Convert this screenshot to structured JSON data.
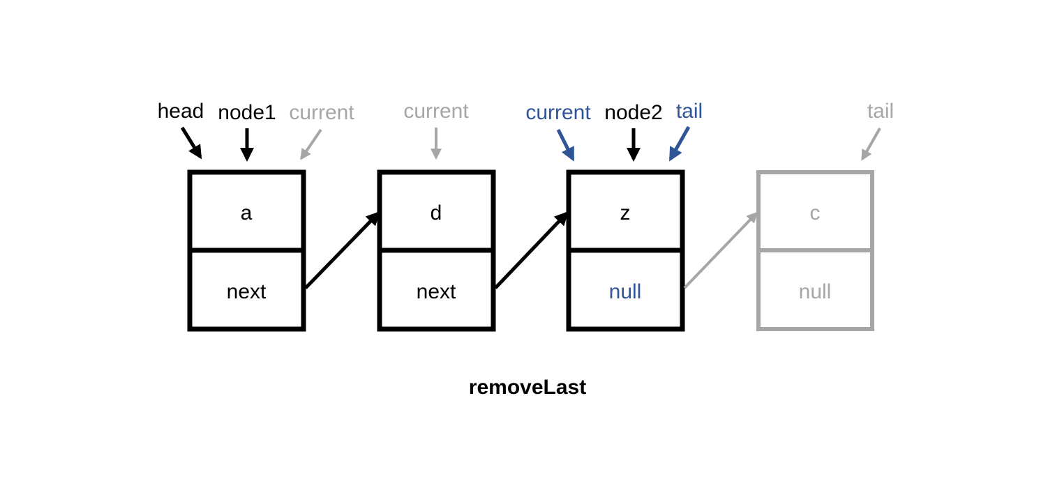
{
  "diagram": {
    "caption": "removeLast",
    "colors": {
      "active": "#000000",
      "faded": "#a6a6a6",
      "highlight": "#2f5597"
    },
    "nodes": [
      {
        "value": "a",
        "next": "next",
        "state": "active"
      },
      {
        "value": "d",
        "next": "next",
        "state": "active"
      },
      {
        "value": "z",
        "next": "null",
        "state": "active",
        "next_state": "highlight"
      },
      {
        "value": "c",
        "next": "null",
        "state": "faded"
      }
    ],
    "pointers": [
      {
        "label": "head",
        "state": "active"
      },
      {
        "label": "node1",
        "state": "active"
      },
      {
        "label": "current",
        "state": "faded"
      },
      {
        "label": "current",
        "state": "faded"
      },
      {
        "label": "current",
        "state": "highlight"
      },
      {
        "label": "node2",
        "state": "active"
      },
      {
        "label": "tail",
        "state": "highlight"
      },
      {
        "label": "tail",
        "state": "faded"
      }
    ]
  }
}
